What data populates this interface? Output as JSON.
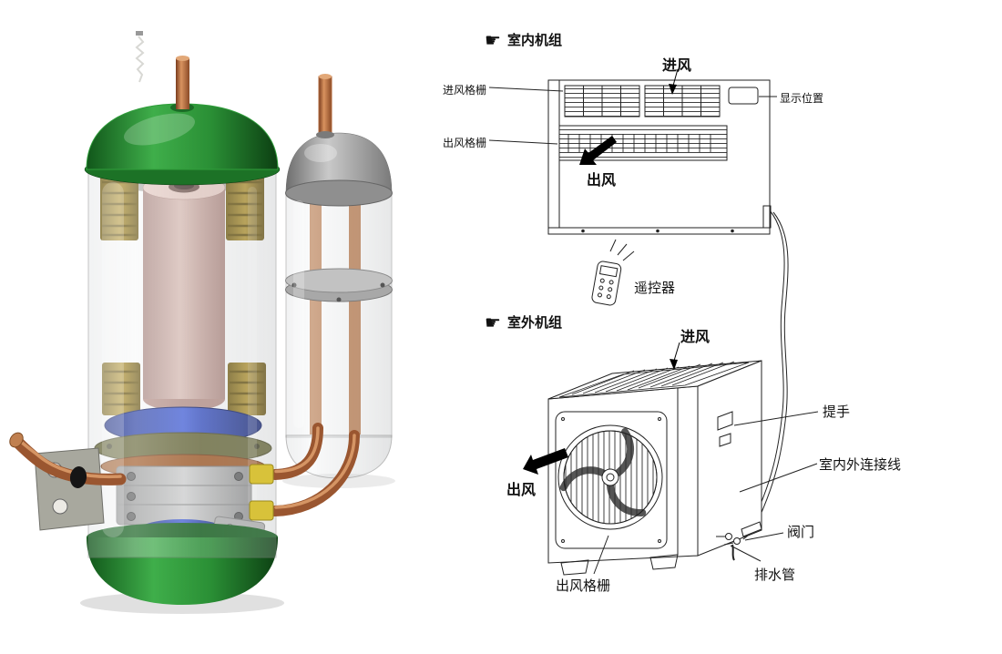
{
  "icons": {
    "pointer_hand": "☛"
  },
  "colors": {
    "line": "#222222",
    "arrow_black": "#000000",
    "compressor_green": "#2f9e3a",
    "copper": "#b26a3e",
    "accumulator_gray": "#9a9a9a",
    "winding_gold": "#a3882f",
    "rotor_pink": "#d4b2ac",
    "motor_blue": "#3050c0"
  },
  "indoor_unit": {
    "header": "室内机组",
    "air_inlet_label": "进风",
    "inlet_grille_label": "进风格栅",
    "outlet_grille_label": "出风格栅",
    "air_outlet_label": "出风",
    "display_position_label": "显示位置"
  },
  "remote_control": {
    "label": "遥控器"
  },
  "outdoor_unit": {
    "header": "室外机组",
    "air_inlet_label": "进风",
    "air_outlet_label": "出风",
    "outlet_grille_label": "出风格栅",
    "handle_label": "提手",
    "connection_cable_label": "室内外连接线",
    "valve_label": "阀门",
    "drain_pipe_label": "排水管"
  }
}
